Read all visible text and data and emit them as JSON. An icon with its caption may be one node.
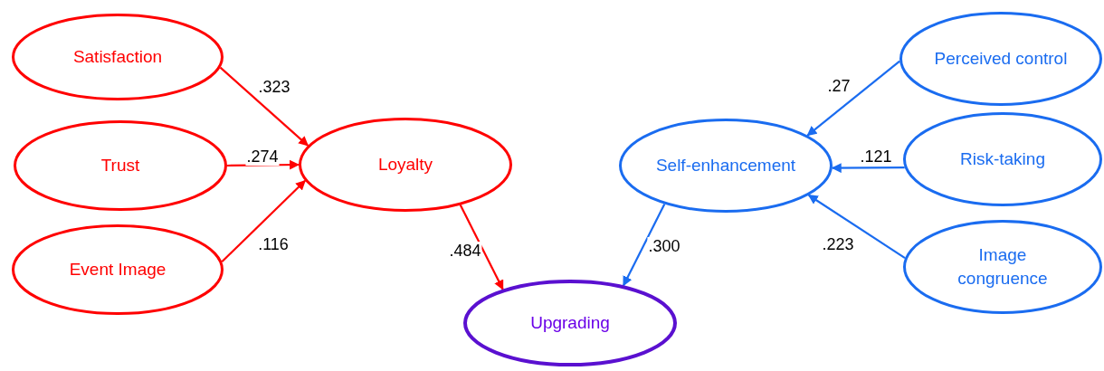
{
  "diagram": {
    "nodes": [
      {
        "text": [
          "Satisfaction"
        ]
      },
      {
        "text": [
          "Trust"
        ]
      },
      {
        "text": [
          "Event Image"
        ]
      },
      {
        "text": [
          "Loyalty"
        ]
      },
      {
        "text": [
          "Upgrading"
        ]
      },
      {
        "text": [
          "Self-enhancement"
        ]
      },
      {
        "text": [
          "Perceived control"
        ]
      },
      {
        "text": [
          "Risk-taking"
        ]
      },
      {
        "text": [
          "Image congruence"
        ]
      }
    ],
    "edges": [
      {
        "from": 0,
        "to": 3,
        "arrow": "to",
        "label": ".323"
      },
      {
        "from": 1,
        "to": 3,
        "arrow": "to",
        "label": ".274"
      },
      {
        "from": 2,
        "to": 3,
        "arrow": "to",
        "label": ".116"
      },
      {
        "from": 3,
        "to": 4,
        "arrow": "to",
        "label": ".484"
      },
      {
        "from": 5,
        "to": 4,
        "arrow": "to",
        "label": ".300",
        "color": "#1a6cf0"
      },
      {
        "from": 6,
        "to": 5,
        "arrow": "to",
        "label": ".27",
        "color": "#1a6cf0"
      },
      {
        "from": 7,
        "to": 5,
        "arrow": "to",
        "label": ".121",
        "color": "#1a6cf0"
      },
      {
        "from": 8,
        "to": 5,
        "arrow": "to",
        "label": ".223",
        "color": "#1a6cf0"
      }
    ]
  }
}
